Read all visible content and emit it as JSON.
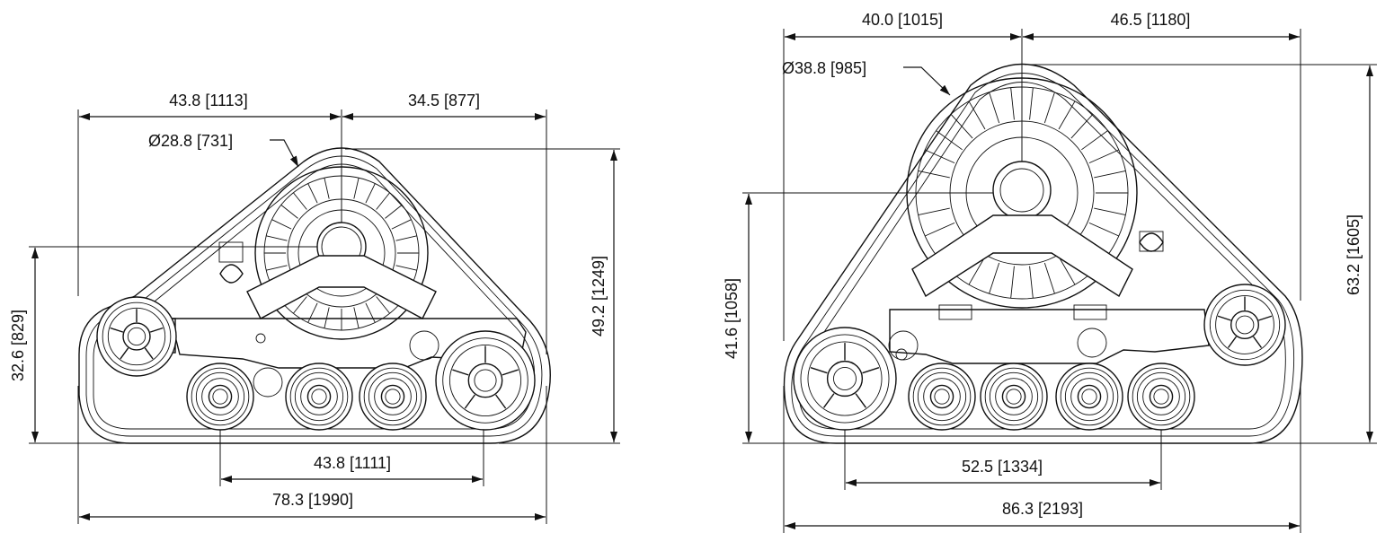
{
  "left_drawing": {
    "dim_top_left": "43.8 [1113]",
    "dim_top_right": "34.5 [877]",
    "dim_diameter": "Ø28.8 [731]",
    "dim_height_right": "49.2 [1249]",
    "dim_height_left": "32.6 [829]",
    "dim_wheelbase": "43.8 [1111]",
    "dim_overall_length": "78.3 [1990]"
  },
  "right_drawing": {
    "dim_top_left": "40.0 [1015]",
    "dim_top_right": "46.5 [1180]",
    "dim_diameter": "Ø38.8 [985]",
    "dim_height_right": "63.2 [1605]",
    "dim_height_left": "41.6 [1058]",
    "dim_wheelbase": "52.5 [1334]",
    "dim_overall_length": "86.3 [2193]"
  },
  "colors": {
    "line": "#111111",
    "background": "#ffffff"
  },
  "icons": [
    "arrow-head",
    "wheel",
    "sprocket"
  ]
}
